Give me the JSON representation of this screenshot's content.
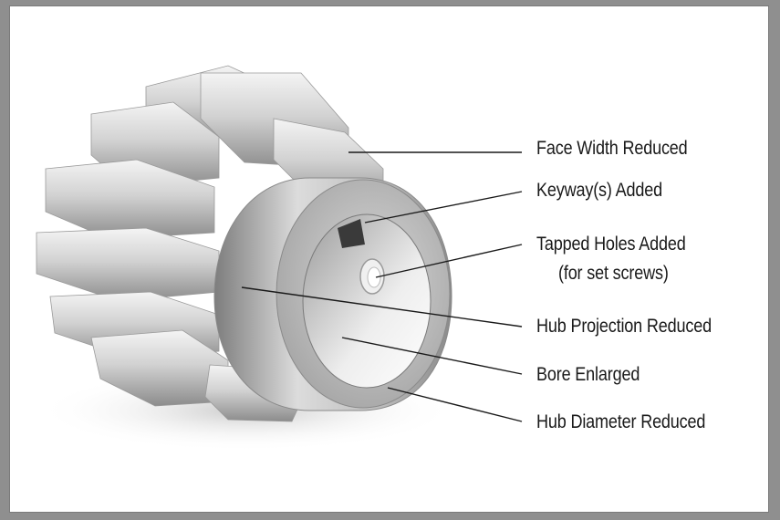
{
  "callouts": [
    {
      "id": "face-width",
      "text": "Face Width Reduced"
    },
    {
      "id": "keyway",
      "text": "Keyway(s) Added"
    },
    {
      "id": "tapped-holes",
      "text": "Tapped Holes Added",
      "subtext": "(for set screws)"
    },
    {
      "id": "hub-projection",
      "text": "Hub Projection Reduced"
    },
    {
      "id": "bore",
      "text": "Bore Enlarged"
    },
    {
      "id": "hub-diameter",
      "text": "Hub Diameter Reduced"
    }
  ],
  "colors": {
    "background": "#ffffff",
    "border": "#8f8f8f",
    "line": "#1a1a1a",
    "text": "#1a1a1a"
  }
}
